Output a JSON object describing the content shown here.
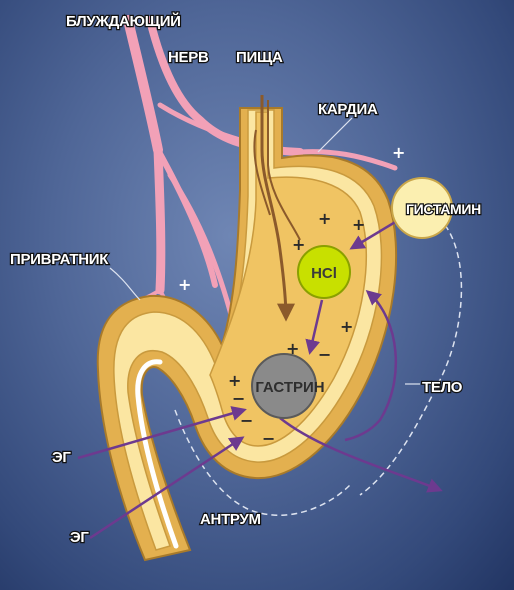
{
  "labels": {
    "vagus": "БЛУЖДАЮЩИЙ",
    "nerve": "НЕРВ",
    "food": "ПИЩА",
    "cardia": "КАРДИА",
    "histamine": "ГИСТАМИН",
    "pylorus": "ПРИВРАТНИК",
    "hcl": "HCl",
    "gastrin": "ГАСТРИН",
    "body": "ТЕЛО",
    "eg1": "ЭГ",
    "eg2": "ЭГ",
    "antrum": "АНТРУМ"
  },
  "signs": {
    "plus": "+",
    "minus": "−"
  },
  "colors": {
    "background": "#4f6697",
    "nerve_pink": "#f2a1b7",
    "stomach_outer": "#e3b04f",
    "stomach_wall": "#fbe6a2",
    "stomach_inner": "#f0c463",
    "hcl_cell": "#c8e000",
    "histamine_cell": "#fbefb0",
    "gastrin_cell": "#8a8a8a",
    "arrow": "#6d3a8f",
    "food_arrow": "#8b5a2b"
  }
}
